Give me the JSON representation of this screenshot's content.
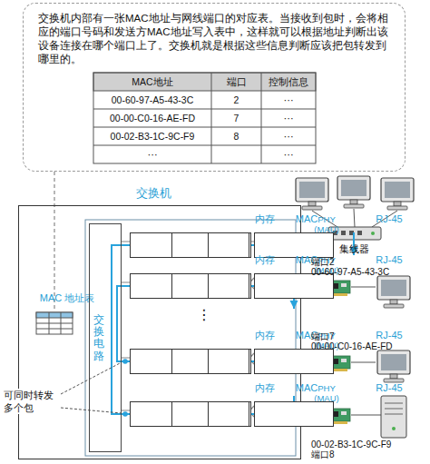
{
  "diagram": {
    "nodes": [
      {
        "text": [
          "交换机内部有一张MAC地址与网线端口的对应表。当接收到包时，会将相 应的端口号码和发送方MAC地址写入表中，这样就可以根据地址判断出该 设备连接在哪个端口上了。交换机就是根据这些信息判断应该把包转发到 哪里的。"
        ]
      },
      {
        "text": [
          "交换机"
        ]
      },
      {
        "text": [
          "MAC 地址表"
        ],
        "in": 1
      },
      {
        "text": [
          "交换电路"
        ],
        "in": 1
      },
      {
        "text": [
          "内存"
        ],
        "in": 1
      },
      {
        "text": [
          "MAC"
        ],
        "in": 1
      },
      {
        "text": [
          "PHY (MAU)"
        ],
        "in": 1
      },
      {
        "text": [
          "RJ-45"
        ],
        "in": 1
      },
      {
        "text": [
          "内存"
        ],
        "in": 1
      },
      {
        "text": [
          "MAC"
        ],
        "in": 1
      },
      {
        "text": [
          "PHY (MAU)"
        ],
        "in": 1
      },
      {
        "text": [
          "RJ-45"
        ],
        "in": 1
      },
      {
        "text": [
          "内存"
        ],
        "in": 1
      },
      {
        "text": [
          "MAC"
        ],
        "in": 1
      },
      {
        "text": [
          "PHY (MAU)"
        ],
        "in": 1
      },
      {
        "text": [
          "RJ-45"
        ],
        "in": 1
      },
      {
        "text": [
          "内存"
        ],
        "in": 1
      },
      {
        "text": [
          "MAC"
        ],
        "in": 1
      },
      {
        "text": [
          "PHY (MAU)"
        ],
        "in": 1
      },
      {
        "text": [
          "RJ-45"
        ],
        "in": 1
      },
      {
        "text": [
          "集线器"
        ]
      },
      {
        "text": [
          "端口2",
          "00-60-97-A5-43-3C"
        ]
      },
      {
        "text": [
          "端口7",
          "00-00-C0-16-AE-FD"
        ]
      },
      {
        "text": [
          "00-02-B3-1C-9C-F9",
          "端口8"
        ]
      }
    ],
    "edges": [
      {
        "from": 0,
        "to": 2,
        "arrow": "none"
      },
      {
        "from": 7,
        "to": 20,
        "arrow": "to"
      },
      {
        "from": 11,
        "to": 21,
        "arrow": "to"
      },
      {
        "from": 22,
        "to": 15,
        "arrow": "none"
      },
      {
        "from": 23,
        "to": 19,
        "arrow": "none"
      }
    ],
    "labels": [
      "MAC地址",
      "端口",
      "控制信息",
      "00-60-97-A5-43-3C",
      "2",
      "⋯",
      "00-00-C0-16-AE-FD",
      "7",
      "⋯",
      "00-02-B3-1C-9C-F9",
      "8",
      "⋯",
      "⋯",
      "⋯",
      "⋮",
      "可同时转发 多个包"
    ]
  }
}
